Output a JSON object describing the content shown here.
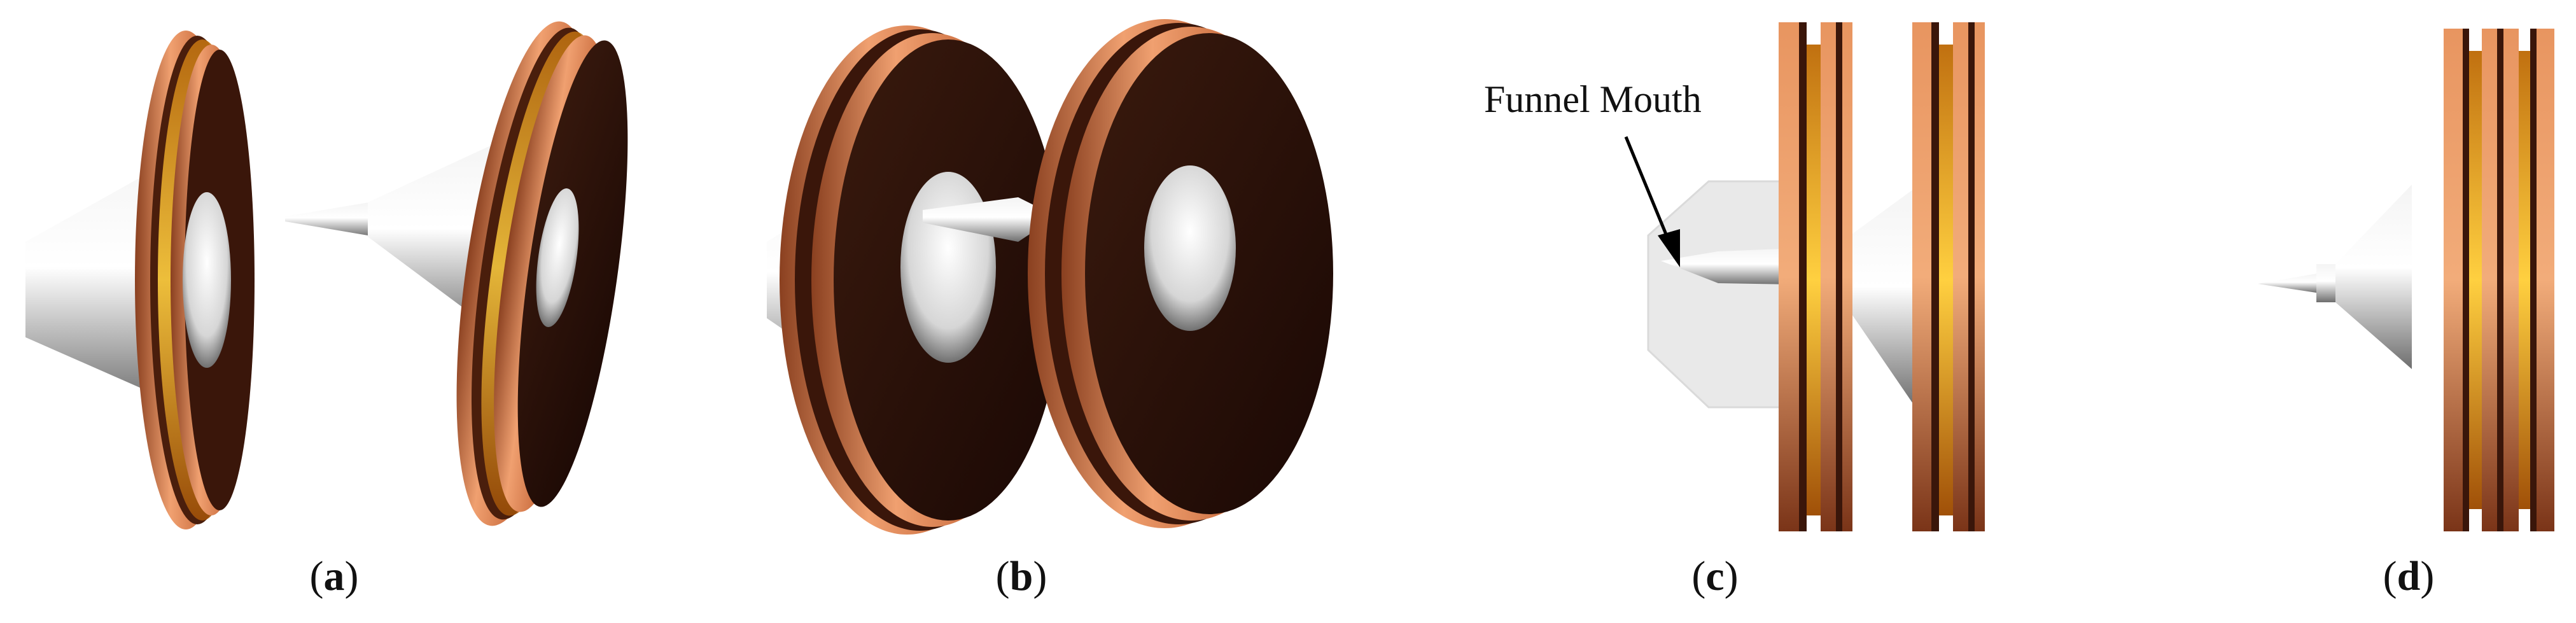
{
  "figure": {
    "annotation": "Funnel Mouth",
    "panels": [
      {
        "id": "a",
        "letter": "a"
      },
      {
        "id": "b",
        "letter": "b"
      },
      {
        "id": "c",
        "letter": "c"
      },
      {
        "id": "d",
        "letter": "d"
      }
    ],
    "colors": {
      "copper_light": "#f0a070",
      "copper": "#c86a3c",
      "copper_dark": "#8a4020",
      "disk_face": "#2a120a",
      "gold_band": "#f0b020",
      "cone_light": "#ffffff",
      "cone_dark": "#7a7a7a",
      "hole_light": "#f2f2f2",
      "translucent_shell": "#d8d8d8"
    }
  }
}
